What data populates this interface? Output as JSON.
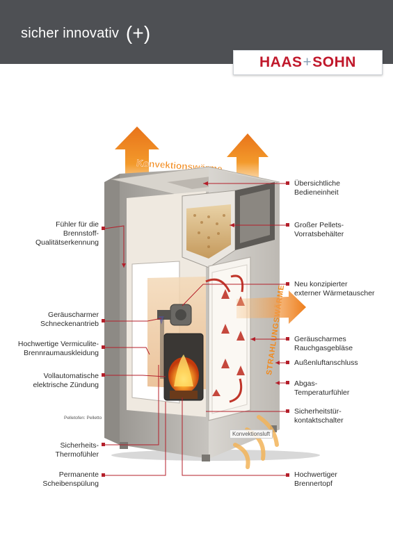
{
  "header": {
    "tagline": "sicher innovativ",
    "tagline_symbol": "(+)",
    "logo_left": "HAAS",
    "logo_plus": "+",
    "logo_right": "SOHN"
  },
  "illustration": {
    "konvektion_text": "Konvektionswärme",
    "strahlung_text": "STRAHLUNGSWÄRME",
    "konvektionsluft": "Konvektionsluft",
    "credit": "Pelletofen: Pelletto"
  },
  "labels_left": [
    {
      "line1": "Fühler für die",
      "line2": "Brennstoff-",
      "line3": "Qualitätserkennung"
    },
    {
      "line1": "Geräuscharmer",
      "line2": "Schneckenantrieb"
    },
    {
      "line1": "Hochwertige Vermiculite-",
      "line2": "Brennraumauskleidung"
    },
    {
      "line1": "Vollautomatische",
      "line2": "elektrische Zündung"
    },
    {
      "line1": "Sicherheits-",
      "line2": "Thermofühler"
    },
    {
      "line1": "Permanente",
      "line2": "Scheibenspülung"
    }
  ],
  "labels_right": [
    {
      "line1": "Übersichtliche",
      "line2": "Bedieneinheit"
    },
    {
      "line1": "Großer Pellets-",
      "line2": "Vorratsbehälter"
    },
    {
      "line1": "Neu konzipierter",
      "line2": "externer Wärmetauscher"
    },
    {
      "line1": "Geräuscharmes",
      "line2": "Rauchgasgebläse"
    },
    {
      "line1": "Außenluftanschluss"
    },
    {
      "line1": "Abgas-",
      "line2": "Temperaturfühler"
    },
    {
      "line1": "Sicherheitstür-",
      "line2": "kontaktschalter"
    },
    {
      "line1": "Hochwertiger",
      "line2": "Brennertopf"
    }
  ],
  "colors": {
    "header_bg": "#4e5054",
    "brand_red": "#c0182b",
    "leader_red": "#c0182b",
    "arrow_orange": "#f08a1e",
    "stove_grey": "#a9a6a1"
  }
}
